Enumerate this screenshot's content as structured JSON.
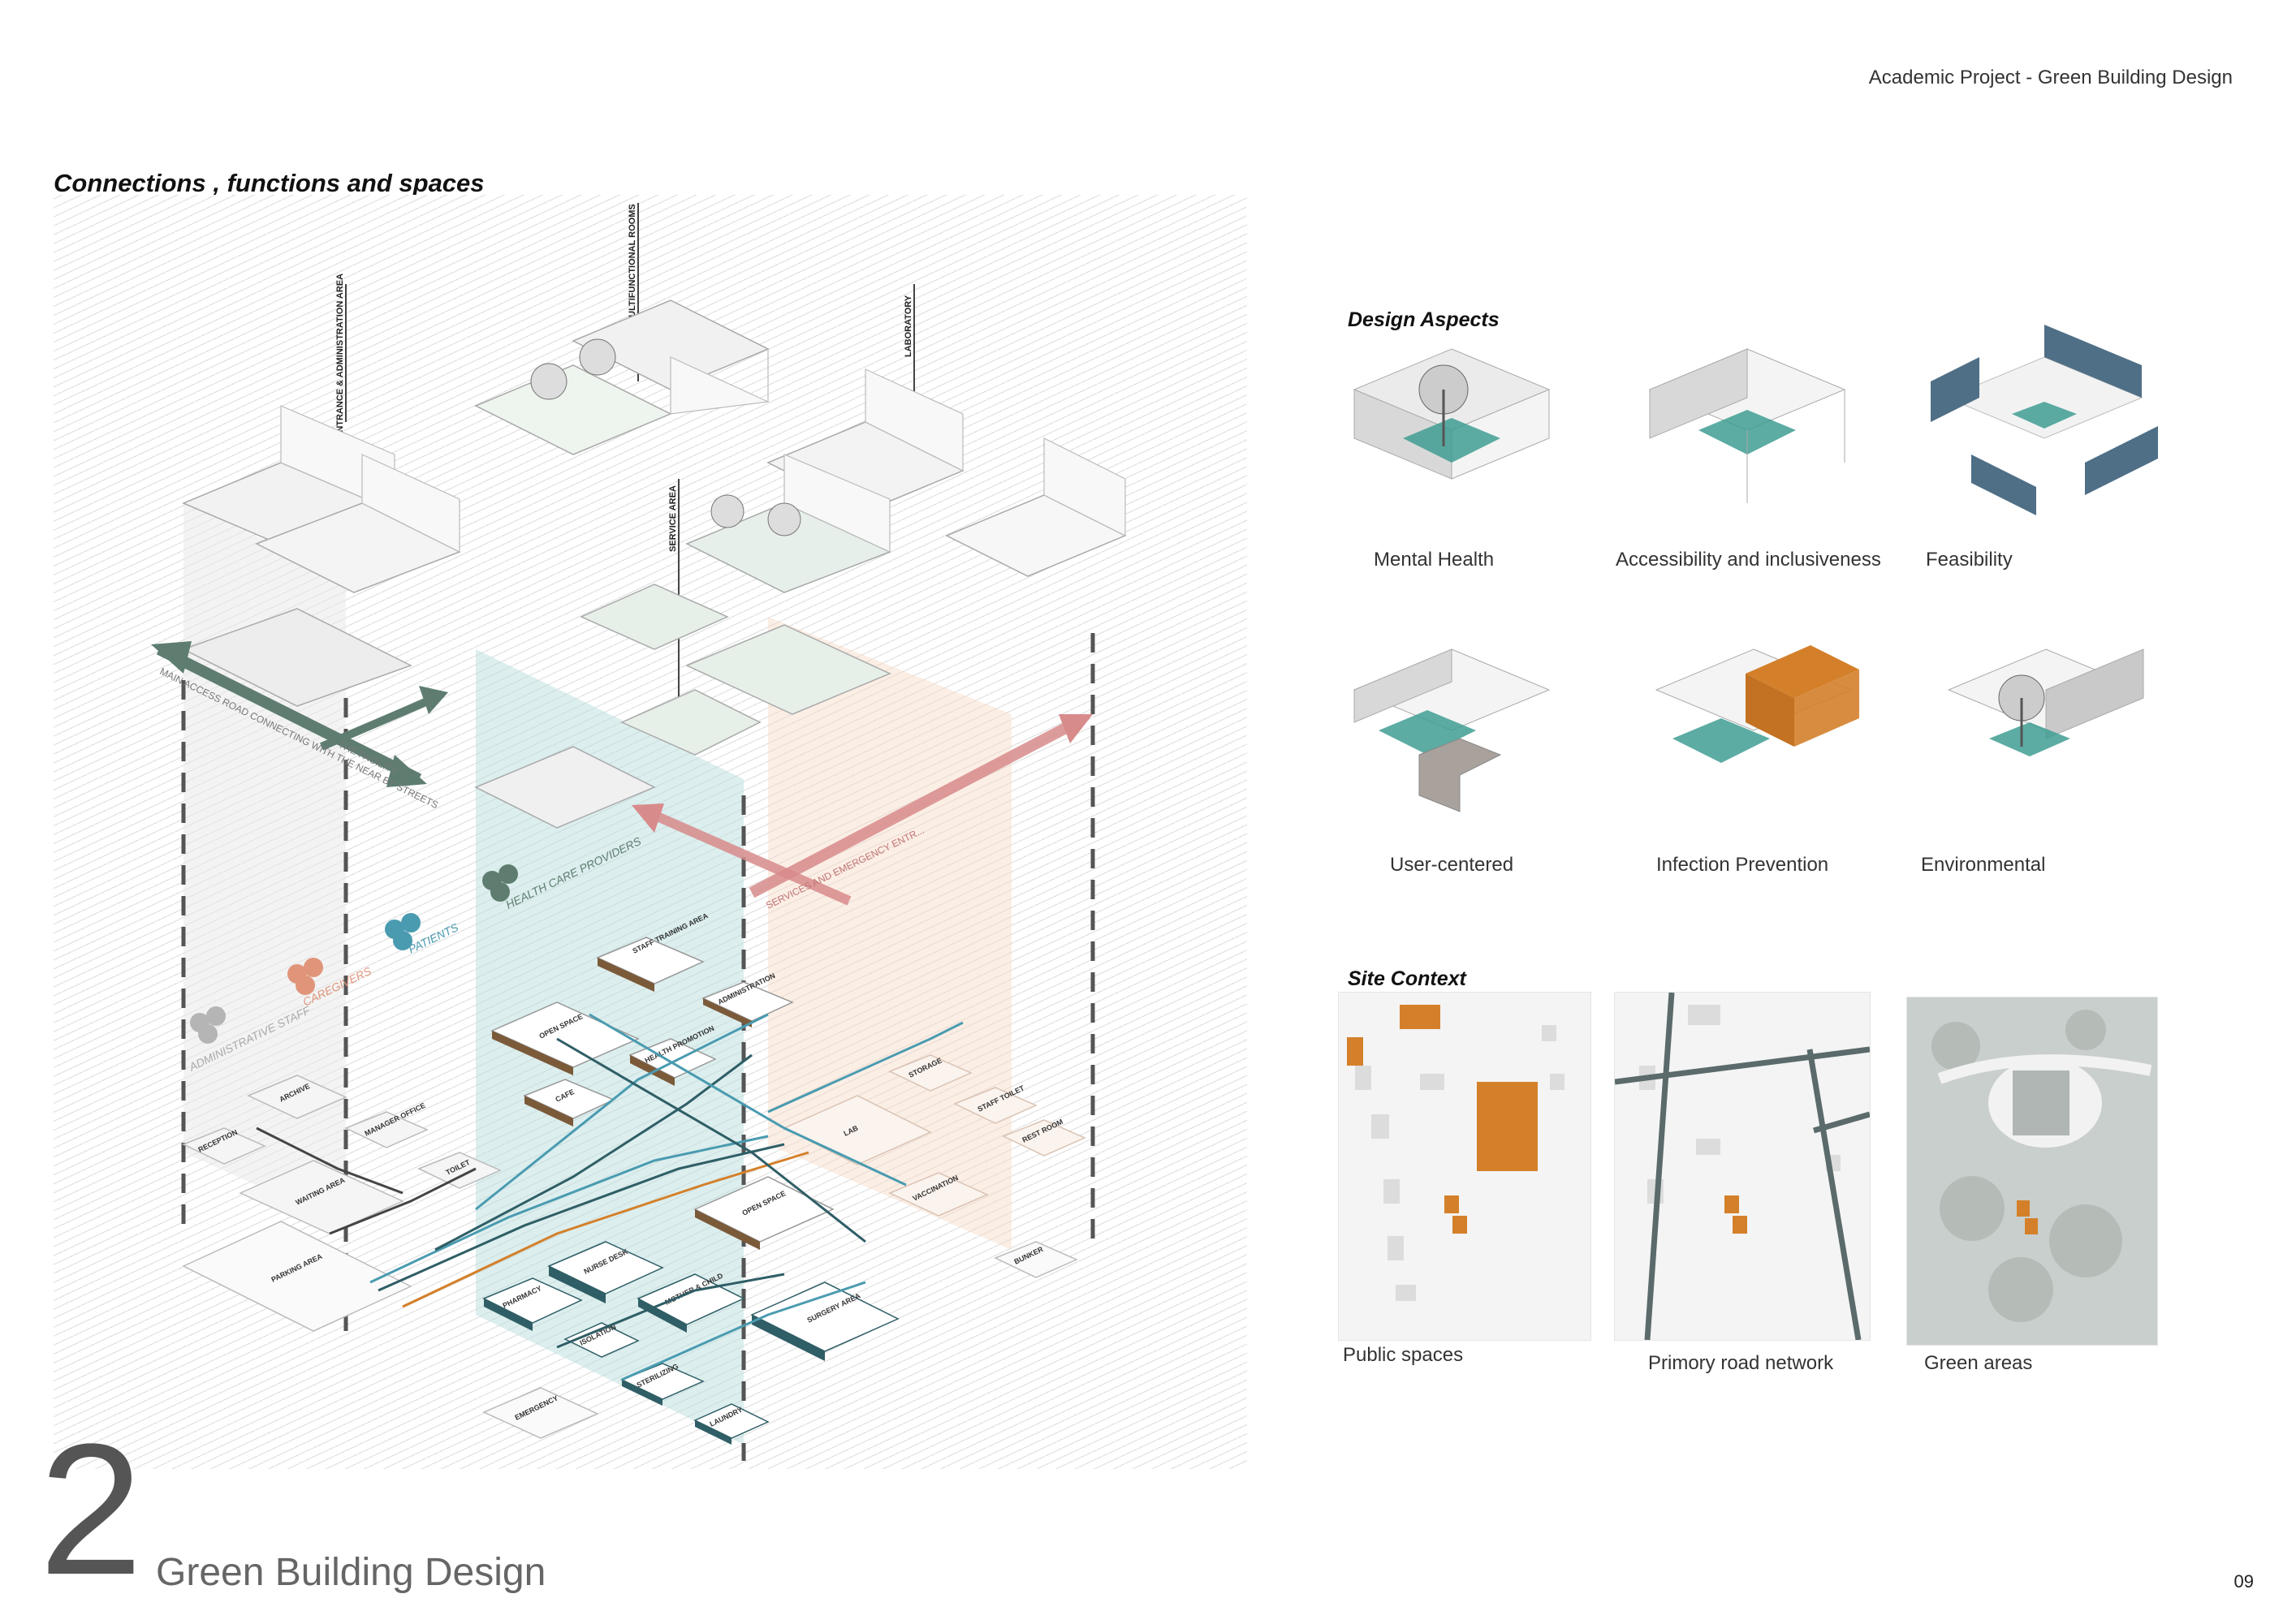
{
  "header": {
    "title": "Academic Project - Green Building Design"
  },
  "main_heading": "Connections , functions and spaces",
  "design_aspects": {
    "heading": "Design Aspects",
    "items": [
      {
        "label": "Mental Health",
        "icon": "tree-in-box-icon"
      },
      {
        "label": "Accessibility and inclusiveness",
        "icon": "accessible-grid-icon"
      },
      {
        "label": "Feasibility",
        "icon": "modular-panels-icon"
      },
      {
        "label": "User-centered",
        "icon": "user-grid-icon"
      },
      {
        "label": "Infection Prevention",
        "icon": "isolation-block-icon"
      },
      {
        "label": "Environmental",
        "icon": "tree-wall-icon"
      }
    ]
  },
  "site_context": {
    "heading": "Site Context",
    "maps": [
      {
        "label": "Public spaces"
      },
      {
        "label": "Primory road network"
      },
      {
        "label": "Green areas"
      }
    ]
  },
  "diagram": {
    "zone_labels": [
      "ENTRANCE & ADMINISTRATION AREA",
      "MULTIFUNCTIONAL ROOMS",
      "SERVICE AREA",
      "LABORATORY"
    ],
    "arrow_labels": {
      "main_road": "MAIN ACCESS ROAD CONNECTING WITH THE NEAR BY STREETS",
      "facility": "THE FACILITY",
      "services": "SERVICES AND EMERGENCY ENTR..."
    },
    "user_groups": [
      {
        "label": "ADMINISTRATIVE STAFF",
        "color": "#b5b5b5"
      },
      {
        "label": "CAREGIVERS",
        "color": "#e0957a"
      },
      {
        "label": "PATIENTS",
        "color": "#4a9bb0"
      },
      {
        "label": "HEALTH CARE PROVIDERS",
        "color": "#5e7d70"
      }
    ],
    "spaces": [
      "STAFF TRAINING AREA",
      "OPEN SPACE",
      "HEALTH PROMOTION",
      "CAFE",
      "ADMINISTRATION",
      "ARCHIVE",
      "MANAGER OFFICE",
      "RECEPTION",
      "WAITING AREA",
      "TOILET",
      "PARKING AREA",
      "OPEN SPACE",
      "NURSE DESK",
      "PHARMACY",
      "MOTHER & CHILD",
      "ISOLATION",
      "STERILIZING",
      "EMERGENCY",
      "LAUNDRY",
      "SURGERY AREA",
      "STORAGE",
      "STAFF TOILET",
      "LAB",
      "REST ROOM",
      "VACCINATION",
      "BUNKER"
    ]
  },
  "footer": {
    "number": "2",
    "title": "Green Building Design",
    "page": "09"
  },
  "colors": {
    "teal": "#3f9e93",
    "orange": "#d4802a",
    "slate_blue": "#4f6f86",
    "dark_teal": "#2f5e66",
    "pink_arrow": "#d88b8b",
    "green_arrow": "#5e7d70"
  }
}
